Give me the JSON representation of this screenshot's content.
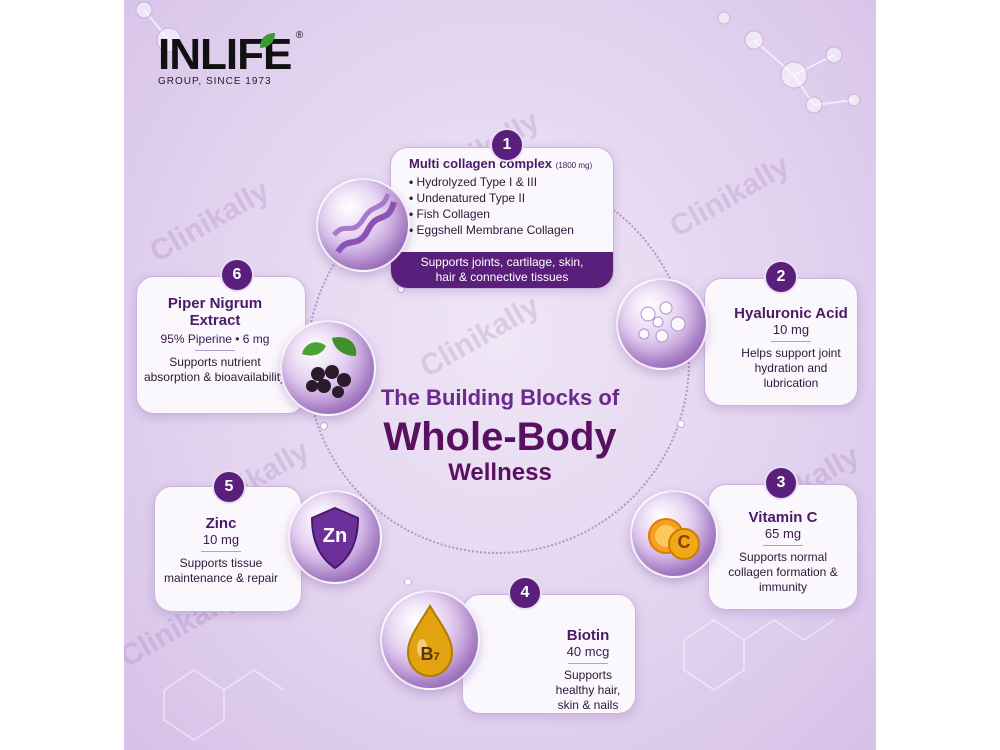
{
  "brand": {
    "logo_text": "INLIFE",
    "registered": "®",
    "tagline": "GROUP, SINCE 1973"
  },
  "watermark": "Clinikally",
  "center": {
    "line1": "The Building Blocks of",
    "line2": "Whole-Body",
    "line3": "Wellness"
  },
  "ingredients": [
    {
      "number": "1",
      "title": "Multi collagen complex",
      "dose": "(1800 mg)",
      "items": [
        "Hydrolyzed Type I & III",
        "Undenatured Type II",
        "Fish Collagen",
        "Eggshell Membrane Collagen"
      ],
      "description": "Supports joints, cartilage, skin, hair & connective tissues",
      "icon": "collagen-helix-icon"
    },
    {
      "number": "2",
      "title": "Hyaluronic Acid",
      "dose": "10 mg",
      "description": "Helps support joint hydration and lubrication",
      "icon": "molecule-icon"
    },
    {
      "number": "3",
      "title": "Vitamin C",
      "dose": "65 mg",
      "description": "Supports normal collagen formation & immunity",
      "icon": "orange-icon",
      "icon_letter": "C"
    },
    {
      "number": "4",
      "title": "Biotin",
      "dose": "40 mcg",
      "description": "Supports healthy hair, skin & nails",
      "icon": "drop-icon",
      "icon_letter": "B",
      "icon_sub": "7"
    },
    {
      "number": "5",
      "title": "Zinc",
      "dose": "10 mg",
      "description": "Supports tissue maintenance & repair",
      "icon": "shield-icon",
      "icon_letter": "Zn"
    },
    {
      "number": "6",
      "title": "Piper Nigrum Extract",
      "dose": "95% Piperine • 6 mg",
      "description": "Supports nutrient absorption & bioavailability",
      "icon": "pepper-icon"
    }
  ],
  "colors": {
    "primary": "#5a1f7a",
    "accent": "#7b2fa0",
    "background": "#e3d3ef",
    "orange": "#f08a10",
    "gold": "#e0a10c"
  }
}
